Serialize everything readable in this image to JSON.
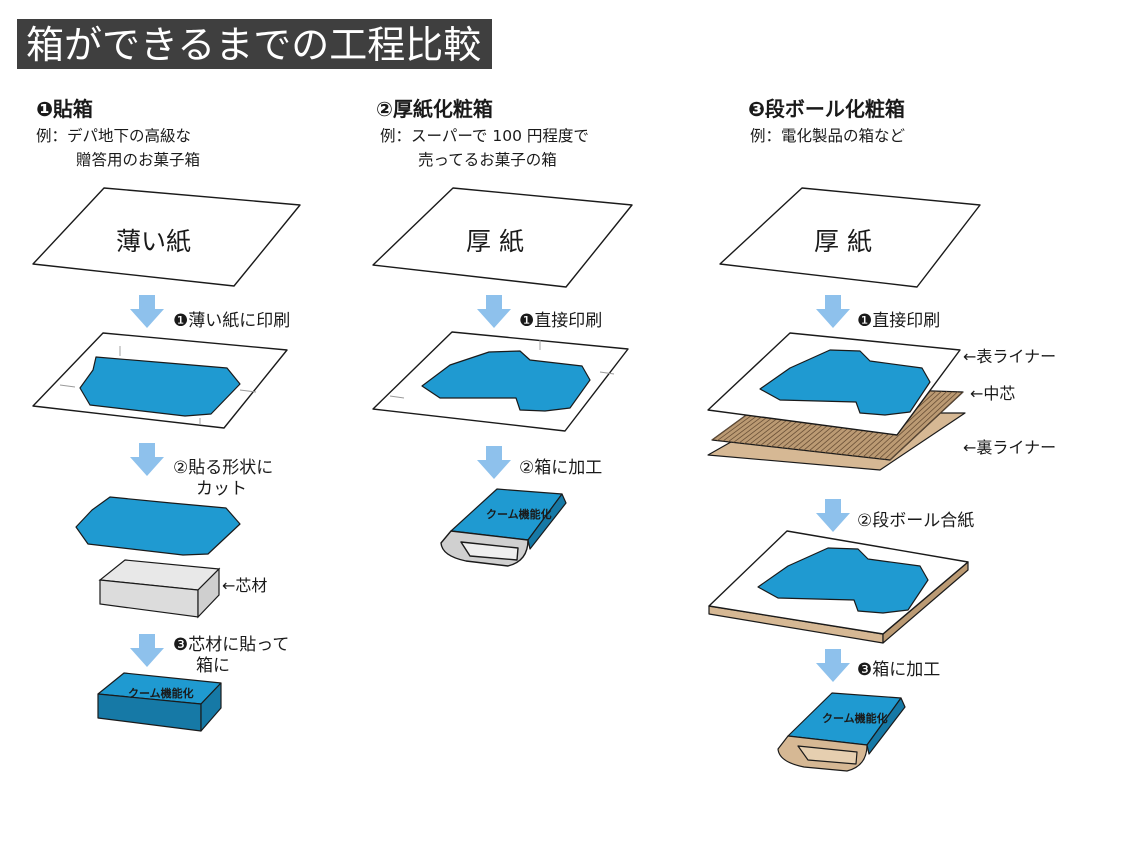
{
  "title": "箱ができるまでの工程比較",
  "columns": [
    {
      "heading": "❶貼箱",
      "example_lines": [
        "例：デパ地下の高級な",
        "贈答用のお菓子箱"
      ],
      "sheet_label": "薄い紙",
      "steps": [
        {
          "label_lines": [
            "❶薄い紙に印刷"
          ]
        },
        {
          "label_lines": [
            "②貼る形状に",
            "カット"
          ]
        },
        {
          "label_lines": [
            "❸芯材に貼って",
            "箱に"
          ]
        }
      ],
      "core_label": "←芯材"
    },
    {
      "heading": "②厚紙化粧箱",
      "example_lines": [
        "例：スーパーで 100 円程度で",
        "売ってるお菓子の箱"
      ],
      "sheet_label": "厚 紙",
      "steps": [
        {
          "label_lines": [
            "❶直接印刷"
          ]
        },
        {
          "label_lines": [
            "②箱に加工"
          ]
        }
      ]
    },
    {
      "heading": "❸段ボール化粧箱",
      "example_lines": [
        "例：電化製品の箱など"
      ],
      "sheet_label": "厚 紙",
      "steps": [
        {
          "label_lines": [
            "❶直接印刷"
          ]
        },
        {
          "label_lines": [
            "②段ボール合紙"
          ]
        },
        {
          "label_lines": [
            "❸箱に加工"
          ]
        }
      ],
      "layer_labels": [
        "←表ライナー",
        "←中芯",
        "←裏ライナー"
      ]
    }
  ],
  "box_print_text": "クーム機能化",
  "colors": {
    "title_bar": "#3f3f3f",
    "print_blue": "#1f9ad1",
    "arrow_blue": "#8ec1ec",
    "kraft": "#d6b894",
    "core_grey": "#dcdcdc"
  }
}
